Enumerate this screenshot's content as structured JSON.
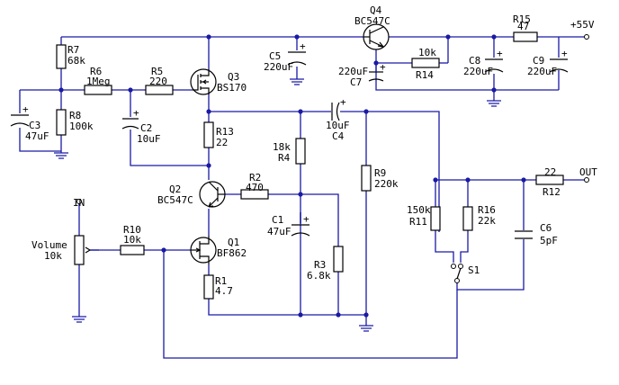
{
  "labels": {
    "r7_ref": "R7",
    "r7_val": "68k",
    "r6_ref": "R6",
    "r6_val": "1Meg",
    "r5_ref": "R5",
    "r5_val": "220",
    "q3_ref": "Q3",
    "q3_type": "BS170",
    "c3_ref": "C3",
    "c3_val": "47uF",
    "r8_ref": "R8",
    "r8_val": "100k",
    "c2_ref": "C2",
    "c2_val": "10uF",
    "r13_ref": "R13",
    "r13_val": "22",
    "c5_ref": "C5",
    "c5_val": "220uF",
    "q4_ref": "Q4",
    "q4_type": "BC547C",
    "r14_val": "10k",
    "r14_ref": "R14",
    "c7_val": "220uF",
    "c7_ref": "C7",
    "r15_ref": "R15",
    "r15_val": "47",
    "supply": "+55V",
    "c8_ref": "C8",
    "c8_val": "220uF",
    "c9_ref": "C9",
    "c9_val": "220uF",
    "c4_val": "10uF",
    "c4_ref": "C4",
    "r4_val": "18k",
    "r4_ref": "R4",
    "r9_ref": "R9",
    "r9_val": "220k",
    "q2_ref": "Q2",
    "q2_type": "BC547C",
    "r2_ref": "R2",
    "r2_val": "470",
    "c1_ref": "C1",
    "c1_val": "47uF",
    "in_label": "IN",
    "vol_name": "Volume",
    "vol_val": "10k",
    "r10_ref": "R10",
    "r10_val": "10k",
    "q1_ref": "Q1",
    "q1_type": "BF862",
    "r1_ref": "R1",
    "r1_val": "4.7",
    "r3_ref": "R3",
    "r3_val": "6.8k",
    "r11_val": "150k",
    "r11_ref": "R11",
    "r16_ref": "R16",
    "r16_val": "22k",
    "c6_ref": "C6",
    "c6_val": "5pF",
    "r12_val": "22",
    "r12_ref": "R12",
    "out_label": "OUT",
    "s1_ref": "S1"
  }
}
